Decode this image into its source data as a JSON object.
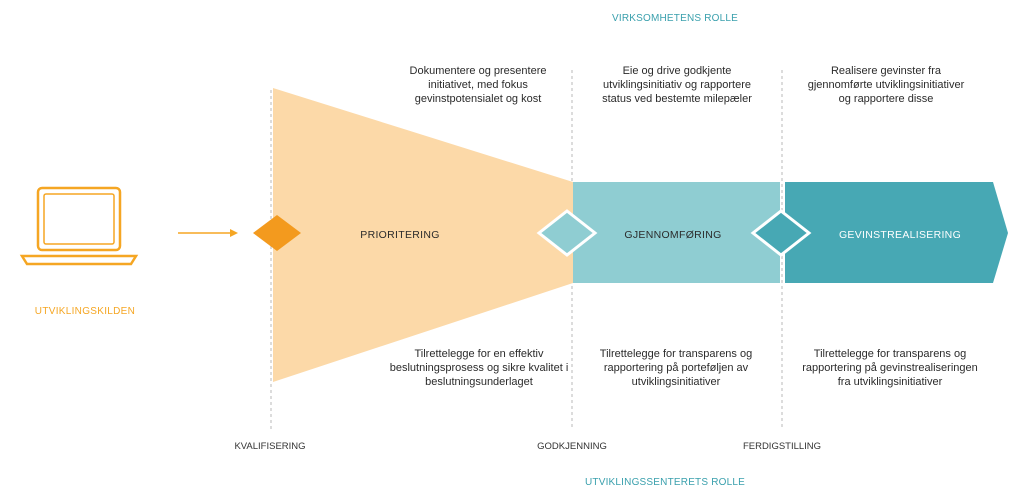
{
  "header_top": "VIRKSOMHETENS ROLLE",
  "header_bottom": "UTVIKLINGSSENTERETS ROLLE",
  "source": {
    "label": "UTVIKLINGSKILDEN",
    "icon": "laptop-icon"
  },
  "phases": [
    {
      "label": "PRIORITERING",
      "color": "#fcd9a8"
    },
    {
      "label": "GJENNOMFØRING",
      "color": "#8fcdd2"
    },
    {
      "label": "GEVINSTREALISERING",
      "color": "#47a8b4"
    }
  ],
  "gates": [
    {
      "label": "KVALIFISERING",
      "color": "#f39a1e"
    },
    {
      "label": "GODKJENNING",
      "color": "#8fcdd2"
    },
    {
      "label": "FERDIGSTILLING",
      "color": "#47a8b4"
    }
  ],
  "business_roles": [
    "Dokumentere og presentere initiativet, med fokus gevinstpotensialet og kost",
    "Eie og drive godkjente utviklingsinitiativ og rapportere status ved bestemte milepæler",
    "Realisere gevinster fra gjennomførte utviklingsinitiativer og rapportere disse"
  ],
  "center_roles": [
    "Tilrettelegge for en effektiv beslutningsprosess og sikre kvalitet i beslutningsunderlaget",
    "Tilrettelegge for transparens og rapportering på porteføljen av utviklingsinitiativer",
    "Tilrettelegge for transparens og rapportering på gevinstrealiseringen fra utviklingsinitiativer"
  ],
  "colors": {
    "accent_orange": "#f5a623",
    "header_teal": "#3aa0ad"
  }
}
